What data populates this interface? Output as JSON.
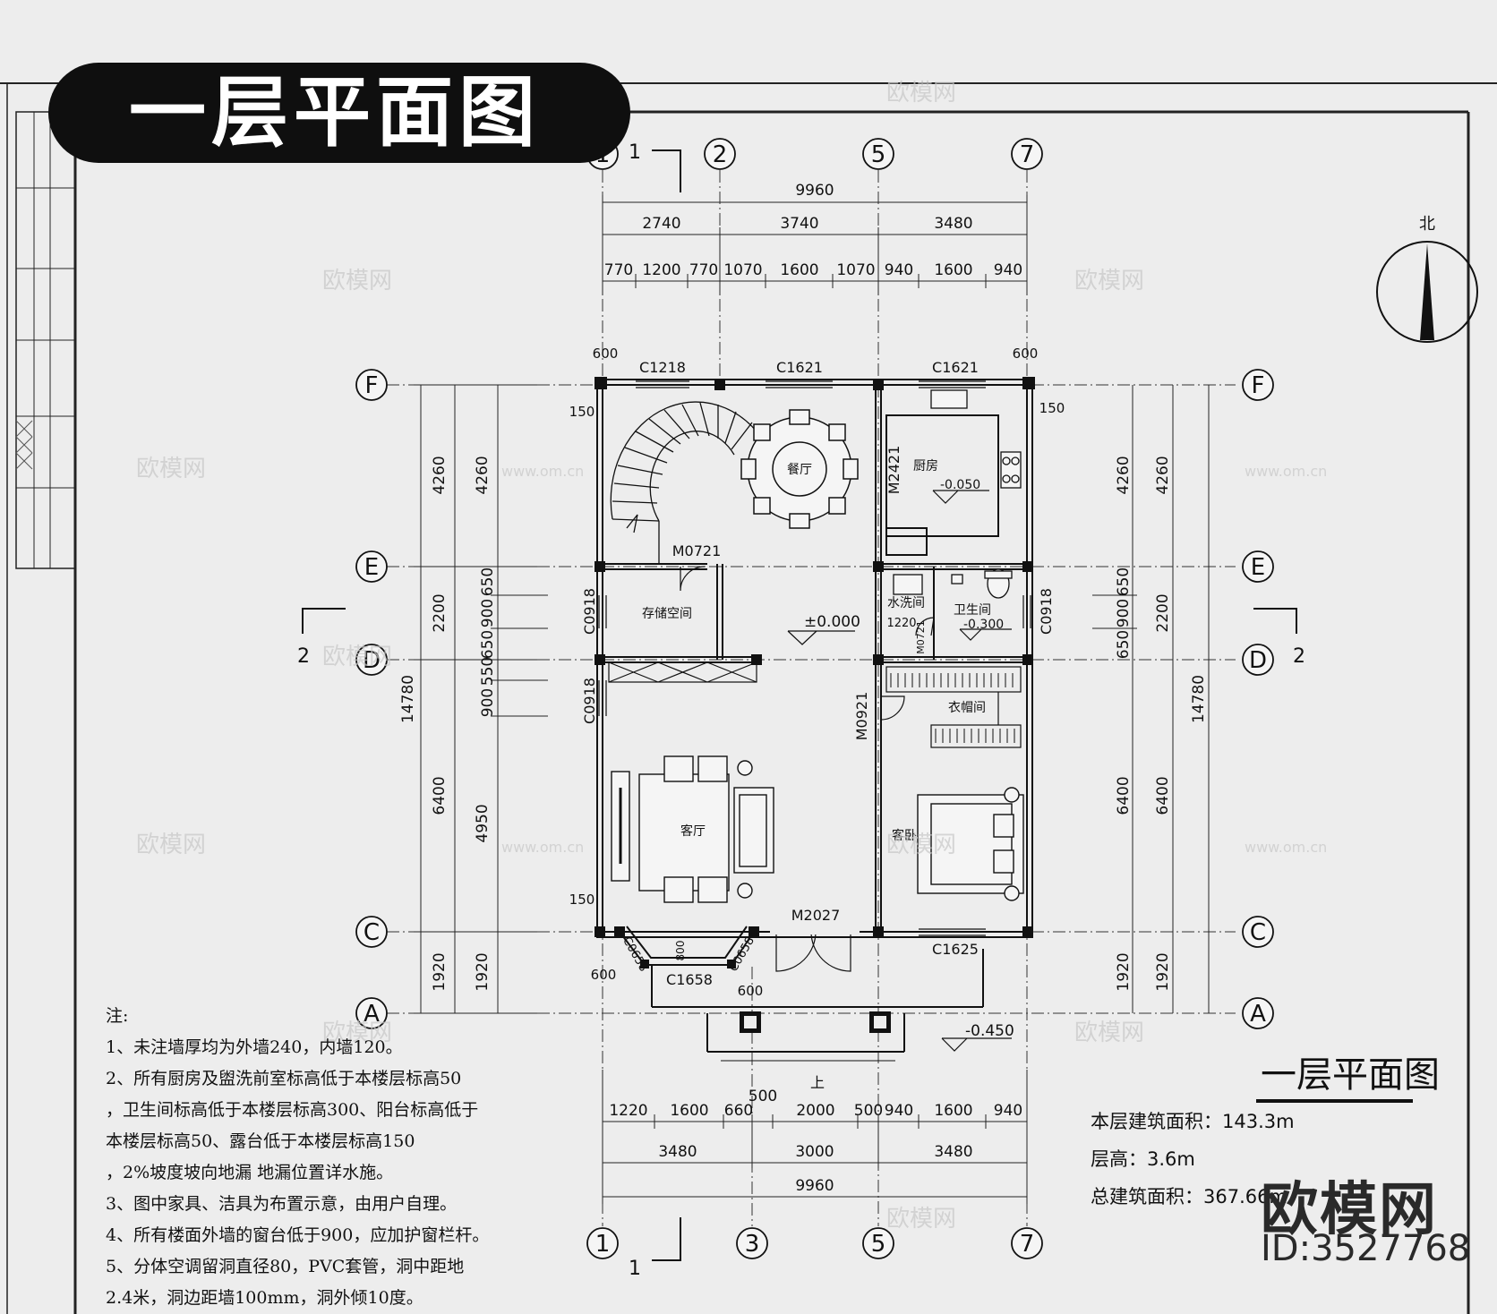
{
  "header": {
    "title": "一层平面图"
  },
  "plan": {
    "grid_columns_top": [
      "1",
      "2",
      "5",
      "7"
    ],
    "grid_columns_bottom": [
      "1",
      "3",
      "5",
      "7"
    ],
    "grid_rows": [
      "F",
      "E",
      "D",
      "C",
      "A"
    ],
    "top_dims": {
      "overall": "9960",
      "row2": [
        "2740",
        "3740",
        "3480"
      ],
      "row3": [
        "770",
        "1200",
        "770",
        "1070",
        "1600",
        "1070",
        "940",
        "1600",
        "940"
      ]
    },
    "bottom_dims": {
      "row1": [
        "1220",
        "1600",
        "660",
        "500",
        "2000",
        "500",
        "940",
        "1600",
        "940"
      ],
      "row2": [
        "3480",
        "3000",
        "3480"
      ],
      "overall": "9960"
    },
    "left_dims": {
      "outer": [
        "4260",
        "2200",
        "14780",
        "6400",
        "1920"
      ],
      "inner": [
        "4260",
        "2200",
        "4950",
        "1920"
      ],
      "detail": [
        "650",
        "900",
        "650",
        "550",
        "900"
      ]
    },
    "right_dims": {
      "outer": [
        "4260",
        "2200",
        "14780",
        "6400",
        "1920"
      ],
      "inner": [
        "4260",
        "650",
        "900",
        "650",
        "6400",
        "1920"
      ]
    },
    "rooms": [
      "餐厅",
      "厨房",
      "存储空间",
      "水洗间",
      "卫生间",
      "衣帽间",
      "客厅",
      "客卧"
    ],
    "openings": [
      "C1218",
      "C1621",
      "C1621",
      "M2421",
      "M0721",
      "C0918",
      "C0918",
      "C0918",
      "M0921",
      "M0721",
      "M2027",
      "C1658",
      "C1625",
      "C0658",
      "C0658"
    ],
    "elevations": [
      "±0.000",
      "-0.050",
      "-0.300",
      "-0.450"
    ],
    "misc_dims": [
      "600",
      "150",
      "150",
      "600",
      "150",
      "600",
      "800",
      "600",
      "1220"
    ],
    "section_marks": [
      "1",
      "1",
      "2",
      "2"
    ],
    "north": "北",
    "stair_label": "上"
  },
  "notes": {
    "heading": "注:",
    "lines": [
      "1、未注墙厚均为外墙240，内墙120。",
      "2、所有厨房及盥洗前室标高低于本楼层标高50",
      "，卫生间标高低于本楼层标高300、阳台标高低于",
      "本楼层标高50、露台低于本楼层标高150",
      "，2%坡度坡向地漏 地漏位置详水施。",
      "3、图中家具、洁具为布置示意，由用户自理。",
      "4、所有楼面外墙的窗台低于900，应加护窗栏杆。",
      "5、分体空调留洞直径80，PVC套管，洞中距地",
      "2.4米，洞边距墙100mm，洞外倾10度。"
    ]
  },
  "info": {
    "title": "一层平面图",
    "area": "本层建筑面积：143.3m",
    "height": "层高：3.6m",
    "total": "总建筑面积：367.66m"
  },
  "watermark": {
    "logo": "欧模网",
    "id": "ID:3527768",
    "site": "www.om.cn"
  }
}
